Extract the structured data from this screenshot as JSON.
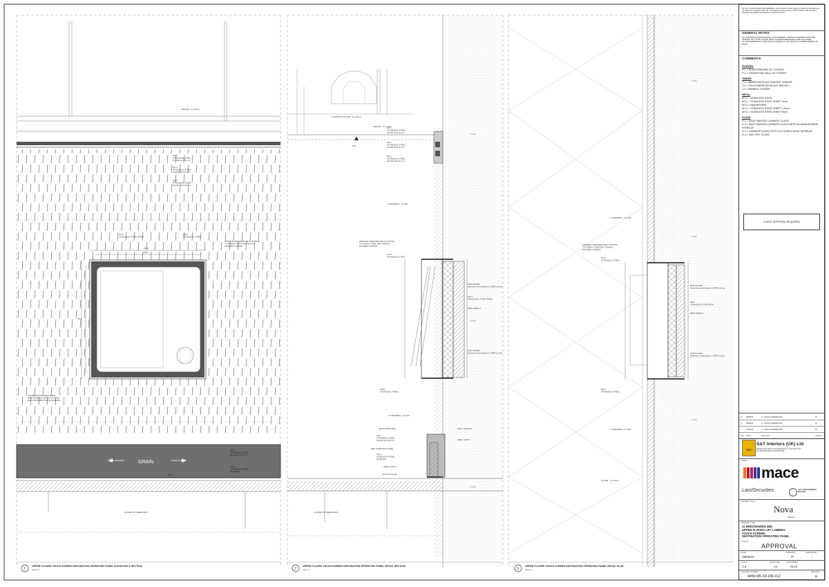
{
  "views": [
    {
      "number": "1",
      "title": "UPPER FLOORS TOUCH SCREEN DESTINATION OPERATING PANEL ELEVATION & SECTION",
      "scale": "Scale 1:5"
    },
    {
      "number": "2",
      "title": "UPPER FLOORS TOUCH SCREEN DESTINATION OPERATING PANEL DETAIL SECTION",
      "scale": "Scale 1:2"
    },
    {
      "number": "3",
      "title": "UPPER FLOORS TOUCH SCREEN DESTINATION OPERATING PANEL DETAIL PLAN",
      "scale": "Scale 1:2"
    }
  ],
  "view1": {
    "ceiling": "CEILING - by others",
    "plates": [
      "MT-1\nSTAINLESS STEEL\nPLATE 20 X10 mm",
      "MT-1\nSTAINLESS STEEL\nPLATE 20 X10 mm",
      "MT-1\nSTAINLESS STEEL\nPLATE 20 X10 mm"
    ],
    "mt4": "MT-4\nSTAINLESS STEEL PANEL",
    "mt5": "MT-5\nSTAINLESS STEEL",
    "opening": "OPENING REQUIRES BLS CUTTING\nTO FORM A TRUE RECTANGLE\nPOSSIBLY RIPPED",
    "coordination": "COORDINATION REQUIRED\nWITH BANDED GRAIN IN FOTOS\nAND ALIGNMENT WITH OPENING",
    "grain": "GRAIN",
    "skirting_plate": "MT-1\nSTAINLESS STEEL\nPLATE 20 X10 mm",
    "skirting": "MT-5\nSTAINLESS STEEL\nSKIRTING",
    "ffl": "FFL",
    "floor": "FLOOR C/O SEERS-BAY",
    "dim_w1": "230.0",
    "dim_w2": "262.0",
    "dim_h": "290.0"
  },
  "view2": {
    "lighting": "LIGHTING SYSTEM - by others",
    "ceiling": "CEILING - by others",
    "fcl": "FCL",
    "core": "CORE",
    "plates": [
      "MT-1\nSTAINLESS STEEL\nPLATE 30 X10 mm",
      "MT-1\nSTAINLESS STEEL\nPLATE 30 X10 mm",
      "MT-1\nSTAINLESS STEEL\nPLATE 30 X10 mm"
    ],
    "bamboo": "T-3 BAMBOO - by S&T",
    "opening": "OPENING REQUIRES BLS CUTTING\nTO FORM A TRUE RECTANGLE\nPOSSIBLY RIPPED",
    "mt5_top": "MT-5\nSTAINLESS STEEL",
    "gap_filler_1": "GAP FILLER\ndimension according to CORE survey",
    "mt4_panel": "MT-4\nSTAINLESS STEEL PANEL",
    "mdf": "MDF PANELS",
    "gap_filler_2": "GAP FILLER\ndimension according to CORE survey",
    "mt5_bottom": "MT-5\nSTAINLESS STEEL",
    "bamboo_2": "T-3 BAMBOO - by S&T",
    "metal_bracket": "METAL BRACKET",
    "wall_fixings": "WALL FIXINGS",
    "skirt_plate": "MT-1\nSTAINLESS STEEL\nPLATE 30 X10 mm",
    "weld_joint": "WELD JOINT",
    "mdf_sub": "MDF SUBSTRUCTURE",
    "mt4_skirting": "MT-4\nSTAINLESS STEEL\nSKIRTING",
    "weld_joint_2": "WELD JOINT",
    "silicon": "SILICON GLUE",
    "floor": "FLOOR C/O SEERS-BAY"
  },
  "view3": {
    "core": "CORE",
    "bamboo": "T-3 BAMBOO - by S&T",
    "opening": "OPENING REQUIRES BLS CUTTING\nTO FORM A TRUE RECTANGLE\nPOSSIBLY RIPPED",
    "mt5_top": "MT-5\nSTAINLESS STEEL",
    "gap_filler_1": "GAP FILLER\ndimension according to CORE survey",
    "mt4_box": "MT-4\nSTAINLESS STEEL BOX",
    "mdf": "MDF PANELS",
    "gap_filler_2": "GAP FILLER\ndimension according to CORE survey",
    "mt5_bottom": "MT-5\nSTAINLESS STEEL",
    "bamboo_2": "T-3 BAMBOO - by S&T",
    "floor": "FLOOR - by others"
  },
  "title_block": {
    "disclaimer": "DO NOT SCALE FROM THIS DRAWING. All dimensions shown must be verified by site/survey on the sketch by contractor prior use. This drawing is the property of S&T Interiors (UK) Ltd who's copyright and intellectual property is reserved by them.",
    "general_notes_heading": "GENERAL NOTES:",
    "general_notes": "ALL DIMENSIONS ARE INDICATED IN MILLIMETERS, UNLESS OTHERWISE INDICATED.\nDRAWING NOT TO BE SCALED FROM; FIGURED DIMENSIONS TO BE FOLLOWED.\nALL MEASUREMENTS TO BE CROSS CHECKED AT SITE PRIOR TO COMMENCEMENT OF WORK.",
    "comments_heading": "COMMENTS:",
    "finishes": [
      {
        "cat": "FINISHES",
        "items": [
          "P-1 = PLASTERBOARD BY OTHERS",
          "P-2 = TRAVERTINE WALL BY OTHERS"
        ]
      },
      {
        "cat": "TIMBER",
        "items": [
          "T-1 = AMERICAN BLACK WALNUT VENEER",
          "T-2 = SOLID AMERICAN BLACK WALNUT",
          "T-3 = BAMBOO VENEER"
        ]
      },
      {
        "cat": "METAL",
        "items": [
          "MT-1 = STAINLESS STEEL",
          "MT-2 = STAINLESS STEEL SHEET 3mm",
          "MT-3 = BMA BRONZE",
          "MT-4 = STAINLESS STEEL SHEET 1,5mm",
          "MT-5 = STAINLESS STEEL SHEET 5mm"
        ]
      },
      {
        "cat": "GLASS",
        "items": [
          "G-1 = BACK PAINTED LAMINATE GLASS",
          "G-2 = BACK PAINTED LAMINATE GLASS WITH ALUMINIUM MESH INTERLAY",
          "G-3 = LAMINATE GLASS WITH COLOURED MESH INTERLAY",
          "G-4 = RED FRIT GLASS"
        ]
      }
    ],
    "client_approval": "CLIENT APPROVAL REQUIRED",
    "revisions": [
      {
        "rev": "B",
        "date": "28/08/15",
        "desc": "A - TOUCH SCREEN DOP",
        "by": "IP"
      },
      {
        "rev": "A",
        "date": "28/08/15",
        "desc": "A - TOUCH SCREEN DOP",
        "by": "IP"
      },
      {
        "rev": "-",
        "date": "21/08/15",
        "desc": "A - TOUCH SCREEN DOP",
        "by": "IP"
      }
    ],
    "rev_headers": [
      "REV",
      "DATE",
      "REVISION",
      "INITIALS"
    ],
    "company": "S&T Interiors (UK) Ltd",
    "company_address": "Roeberg House Porters Street Pallet Street, London EC1V 4PY\nPh: 020 3036 1800 Fax: 020 3036 1801",
    "client_label": "CLIENT",
    "client": "mace",
    "partner_1": "LandSecurities",
    "partner_2": "CITY INVESTMENT BOARD",
    "project_label": "PROJECT TITLE",
    "project": "Nova",
    "project_sub": "Victoria",
    "drawing_label": "DRAWING TITLE",
    "drawing_title": "11 BRESSENDEN (6B)\nUPPER FLOORS LIFT LOBBIES\nTOUCH SCREEN\nDESTINATION OPERATING PANEL",
    "status_label": "STATUS",
    "status": "APPROVAL",
    "date_label": "DATE",
    "date": "28/08/15",
    "drawn_label": "DRAWN BY",
    "drawn": "IP",
    "checked_label": "CHECKED BY",
    "checked": "--",
    "scale_label": "SCALE",
    "scale": "1:2",
    "paper_label": "PAPER SIZE",
    "paper": "A1",
    "job_label": "JOB NUMBER",
    "job": "0123",
    "drawing_no_label": "DRAWING NUMBER",
    "drawing_no": "4450-6B-XX-DR-012",
    "revision_label": "REVISION",
    "revision": "B"
  },
  "colors": {
    "line": "#333333",
    "hatch": "#555555",
    "dark_band": "#6f6f6f",
    "client_brand": "#a32a6b"
  }
}
